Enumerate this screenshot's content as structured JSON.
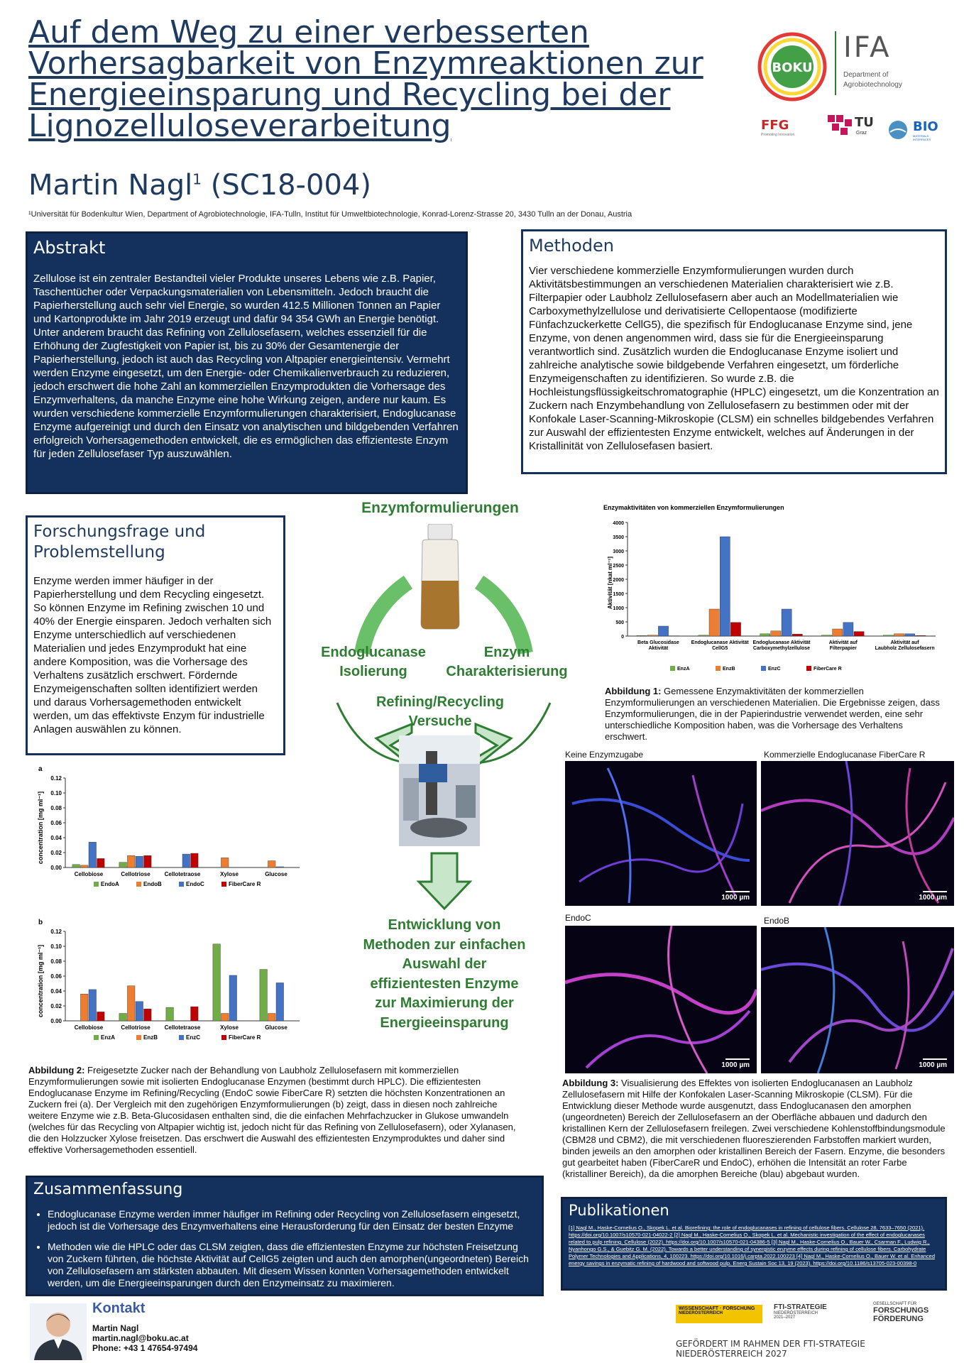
{
  "title": "Auf dem Weg zu einer verbesserten Vorhersagbarkeit von Enzymreaktionen zur Energieeinsparung und Recycling bei der Lignozelluloseverarbeitung",
  "author": "Martin Nagl",
  "author_sup": "1",
  "project_code": "(SC18-004)",
  "affiliation": "¹Universität für Bodenkultur Wien, Department of Agrobiotechnologie, IFA-Tulln, Institut für Umweltbiotechnologie, Konrad-Lorenz-Strasse 20, 3430 Tulln an der Donau, Austria",
  "logos": {
    "boku": "BOKU",
    "ifa": "IFA",
    "ifa_dept": "Department of",
    "ifa_dept2": "Agrobiotechnology",
    "ffg": "FFG",
    "ffg_sub": "Promoting Innovation.",
    "tu": "TU",
    "tu_sub": "Graz",
    "bio": "BIO",
    "bio_sub1": "MATERIALS",
    "bio_sub2": "INTERFACES"
  },
  "abstract": {
    "heading": "Abstrakt",
    "text": "Zellulose ist ein zentraler Bestandteil vieler Produkte unseres Lebens wie z.B. Papier, Taschentücher oder Verpackungsmaterialien von Lebensmitteln. Jedoch braucht die Papierherstellung auch sehr viel Energie, so wurden 412.5 Millionen Tonnen an Papier und Kartonprodukte im Jahr 2019 erzeugt und dafür 94 354 GWh an Energie benötigt.  Unter anderem braucht das Refining von Zellulosefasern, welches essenziell für die Erhöhung der Zugfestigkeit von Papier ist,  bis zu 30% der Gesamtenergie der Papierherstellung, jedoch ist auch das Recycling von Altpapier energieintensiv. Vermehrt werden Enzyme eingesetzt, um den Energie- oder Chemikalienverbrauch zu reduzieren, jedoch erschwert die hohe Zahl an kommerziellen Enzymprodukten die Vorhersage des Enzymverhaltens, da manche Enzyme eine hohe Wirkung zeigen, andere nur kaum. Es wurden verschiedene kommerzielle Enzymformulierungen charakterisiert, Endoglucanase Enzyme aufgereinigt und durch den Einsatz von analytischen und bildgebenden Verfahren erfolgreich Vorhersagemethoden entwickelt, die es ermöglichen das effizienteste Enzym für jeden Zellulosefaser Typ auszuwählen."
  },
  "methoden": {
    "heading": "Methoden",
    "text": "Vier verschiedene kommerzielle Enzymformulierungen wurden durch Aktivitätsbestimmungen an verschiedenen Materialien charakterisiert wie z.B. Filterpapier oder Laubholz Zellulosefasern aber auch an Modellmaterialien wie Carboxymethylzellulose und derivatisierte Cellopentaose (modifizierte Fünfachzuckerkette CellG5), die spezifisch für Endoglucanase Enzyme sind, jene Enzyme, von denen angenommen wird, dass sie für die Energieeinsparung verantwortlich sind. Zusätzlich wurden die Endoglucanase Enzyme isoliert und zahlreiche analytische sowie bildgebende Verfahren eingesetzt, um förderliche Enzymeigenschaften zu identifizieren. So wurde z.B. die Hochleistungsflüssigkeitschromatographie (HPLC) eingesetzt, um die Konzentration an Zuckern nach Enzymbehandlung von Zellulosefasern zu bestimmen oder mit der Konfokale Laser-Scanning-Mikroskopie (CLSM) ein schnelles bildgebendes Verfahren zur Auswahl der effizientesten Enzyme entwickelt, welches auf Änderungen in der Kristallinität von Zellulosefasen basiert."
  },
  "forschung": {
    "heading": "Forschungsfrage und Problemstellung",
    "text": "Enzyme werden immer häufiger in der Papierherstellung und dem Recycling eingesetzt. So können Enzyme im Refining zwischen 10 und 40% der Energie einsparen. Jedoch  verhalten sich Enzyme unterschiedlich auf verschiedenen Materialien und jedes Enzymprodukt hat eine andere Komposition, was die Vorhersage des Verhaltens zusätzlich erschwert. Fördernde Enzymeigenschaften sollten identifiziert werden und daraus Vorhersagemethoden entwickelt werden, um das effektivste Enzym für industrielle Anlagen auswählen zu können."
  },
  "flow": {
    "top": "Enzymformulierungen",
    "left1": "Endoglucanase",
    "left2": "Isolierung",
    "right1": "Enzym",
    "right2": "Charakterisierung",
    "mid1": "Refining/Recycling",
    "mid2": "Versuche",
    "result": "Entwicklung von Methoden zur einfachen Auswahl der effizientesten Enzyme zur Maximierung der Energieeinsparung"
  },
  "caption1": {
    "label": "Abbildung 1:",
    "text": " Gemessene Enzymaktivitäten der kommerziellen Enzymformulierungen an verschiedenen Materialien. Die Ergebnisse zeigen, dass Enzymformulierungen, die in der Papierindustrie verwendet werden, eine sehr unterschiedliche Komposition haben, was die Vorhersage des Verhaltens erschwert."
  },
  "caption2": {
    "label": "Abbildung 2:",
    "text": " Freigesetzte Zucker nach der Behandlung von Laubholz Zellulosefasern mit kommerziellen Enzymformulierungen sowie mit isolierten Endoglucanase Enzymen (bestimmt durch HPLC). Die effizientesten Endoglucanase Enzyme im Refining/Recycling (EndoC sowie FiberCare R) setzten die höchsten Konzentrationen an Zuckern frei (a). Der Vergleich mit den zugehörigen Enzymformulierungen (b) zeigt, dass in diesen noch zahlreiche weitere Enzyme wie z.B. Beta-Glucosidasen enthalten sind, die die einfachen Mehrfachzucker in Glukose umwandeln (welches für das Recycling von Altpapier wichtig ist, jedoch nicht für das Refining von Zellulosefasern), oder Xylanasen, die den Holzzucker Xylose freisetzen. Das erschwert die Auswahl des effizientesten Enzymproduktes und daher sind effektive Vorhersagemethoden essentiell."
  },
  "caption3": {
    "label": "Abbildung 3:",
    "text": " Visualisierung des Effektes von isolierten Endoglucanasen an Laubholz Zellulosefasern mit Hilfe der Konfokalen Laser-Scanning Mikroskopie (CLSM). Für die Entwicklung dieser Methode wurde ausgenutzt, dass Endoglucanasen den amorphen (ungeordneten) Bereich der Zellulosefasern an der Oberfläche abbauen und dadurch den kristallinen Kern der Zellulosefasern freilegen. Zwei verschiedene Kohlenstoffbindungsmodule (CBM28 und CBM2), die mit verschiedenen fluoreszierenden Farbstoffen markiert wurden, binden jeweils an den amorphen oder kristallinen Bereich der Fasern. Enzyme, die besonders gut gearbeitet haben (FiberCareR und EndoC), erhöhen die Intensität an roter Farbe (kristalliner Bereich), da die amorphen Bereiche (blau) abgebaut wurden."
  },
  "micro": {
    "labels": [
      "Keine Enzymzugabe",
      "Kommerzielle Endoglucanase FiberCare R",
      "EndoC",
      "EndoB"
    ],
    "scales": [
      "1000 µm",
      "1000 µm",
      "1000 µm",
      "1000 µm"
    ]
  },
  "zusammenfassung": {
    "heading": "Zusammenfassung",
    "items": [
      "Endoglucanase Enzyme werden immer häufiger im Refining oder Recycling von Zellulosefasern eingesetzt, jedoch ist die Vorhersage des Enzymverhaltens eine Herausforderung für den Einsatz der besten Enzyme",
      "Methoden wie die HPLC oder das CLSM zeigten, dass die effizientesten Enzyme zur höchsten Freisetzung von Zuckern führten, die höchste Aktivität auf CellG5 zeigten und auch den amorphen(ungeordneten) Bereich von Zellulosefasern am stärksten abbauten. Mit diesem Wissen konnten Vorhersagemethoden entwickelt werden, um die Energieeinsparungen durch den Enzymeinsatz zu maximieren."
    ]
  },
  "publikationen": {
    "heading": "Publikationen",
    "text": "[1] Nagl M., Haske-Cornelius O., Skopek L. et al. Biorefining: the role of endoglucanases in refining of cellulose fibers. Cellulose 28, 7633–7650 (2021). https://doi.org/10.1007/s10570-021-04022-2 [2] Nagl M., Haske-Cornelius O., Skopek L. et al. Mechanistic investigation of the effect of endoglucanases related to pulp refining. Cellulose (2022). https://doi.org/10.1007/s10570-021-04386-5 [3] Nagl M., Haske-Cornelius O., Bauer W., Csarman F., Ludwig R., Nyanhongo G.S., & Guebitz G. M. (2022). Towards a better understanding of synergistic enzyme effects during refining of cellulose fibers. Carbohydrate Polymer Technologies and Applications, 4, 100223. https://doi.org/10.1016/j.carpta.2022.100223 [4] Nagl M., Haske-Cornelius O., Bauer W. et al. Enhanced energy savings in enzymatic refining of hardwood and softwood pulp. Energ Sustain Soc 13, 19 (2023). https://doi.org/10.1186/s13705-023-00398-0"
  },
  "kontakt": {
    "heading": "Kontakt",
    "name": "Martin Nagl",
    "email": "martin.nagl@boku.ac.at",
    "phone": "Phone: +43 1 47654-97494"
  },
  "funders": {
    "wissenschaft": "WISSENSCHAFT · FORSCHUNG",
    "wissenschaft2": "NIEDERÖSTERREICH",
    "fti": "FTI-STRATEGIE",
    "fti2": "NIEDERÖSTERREICH",
    "fti3": "2021–2027",
    "gfg1": "GESELLSCHAFT FÜR",
    "gfg2": "FORSCHUNGS",
    "gfg3": "FÖRDERUNG",
    "footer": "GEFÖRDERT IM RAHMEN DER FTI-STRATEGIE NIEDERÖSTERREICH 2027"
  },
  "colors": {
    "navy": "#13315c",
    "green": "#2e7d32",
    "enzA": "#70ad47",
    "enzB": "#ed7d31",
    "enzC": "#4472c4",
    "fiber": "#c00000"
  },
  "chart_data": [
    {
      "type": "bar",
      "title": "Enzymaktivitäten von kommerziellen Enzymformulierungen",
      "ylabel": "Aktivität [nkat ml⁻¹]",
      "ylim": [
        0,
        4000
      ],
      "yticks": [
        "0",
        "500",
        "1000",
        "1500",
        "2000",
        "2500",
        "3000",
        "3500",
        "4000"
      ],
      "categories": [
        "Beta Glucosidase Aktivität",
        "Endoglucanase Aktivität CellG5",
        "Endoglucanase Aktivität Carboxymethylzellulose",
        "Aktivität auf Filterpapier",
        "Aktivität auf Laubholz Zellulosefasern"
      ],
      "series": [
        {
          "name": "EnzA",
          "values": [
            20,
            30,
            80,
            30,
            30
          ]
        },
        {
          "name": "EnzB",
          "values": [
            30,
            950,
            180,
            250,
            80
          ]
        },
        {
          "name": "EnzC",
          "values": [
            350,
            3500,
            950,
            480,
            80
          ]
        },
        {
          "name": "FiberCare R",
          "values": [
            10,
            480,
            70,
            160,
            20
          ]
        }
      ]
    },
    {
      "type": "bar",
      "panel": "a",
      "ylabel": "concentration [mg ml⁻¹]",
      "ylim": [
        0,
        0.12
      ],
      "yticks": [
        "0.00",
        "0.02",
        "0.04",
        "0.06",
        "0.08",
        "0.10",
        "0.12"
      ],
      "categories": [
        "Cellobiose",
        "Cellotriose",
        "Cellotetraose",
        "Xylose",
        "Glucose"
      ],
      "series": [
        {
          "name": "EndoA",
          "values": [
            0.004,
            0.007,
            0,
            0,
            0
          ]
        },
        {
          "name": "EndoB",
          "values": [
            0.003,
            0.016,
            0,
            0.013,
            0.009
          ]
        },
        {
          "name": "EndoC",
          "values": [
            0.034,
            0.015,
            0.018,
            0,
            0.001
          ]
        },
        {
          "name": "FiberCare R",
          "values": [
            0.012,
            0.016,
            0.019,
            0,
            0
          ]
        }
      ]
    },
    {
      "type": "bar",
      "panel": "b",
      "ylabel": "concentration [mg ml⁻¹]",
      "ylim": [
        0,
        0.12
      ],
      "yticks": [
        "0.00",
        "0.02",
        "0.04",
        "0.06",
        "0.08",
        "0.10",
        "0.12"
      ],
      "categories": [
        "Cellobiose",
        "Cellotriose",
        "Cellotetraose",
        "Xylose",
        "Glucose"
      ],
      "series": [
        {
          "name": "EnzA",
          "values": [
            0,
            0.01,
            0.018,
            0.103,
            0.069
          ]
        },
        {
          "name": "EnzB",
          "values": [
            0.036,
            0.047,
            0,
            0.01,
            0.01
          ]
        },
        {
          "name": "EnzC",
          "values": [
            0.042,
            0.026,
            0,
            0.061,
            0.051
          ]
        },
        {
          "name": "FiberCare R",
          "values": [
            0.012,
            0.016,
            0.019,
            0,
            0
          ]
        }
      ]
    }
  ]
}
